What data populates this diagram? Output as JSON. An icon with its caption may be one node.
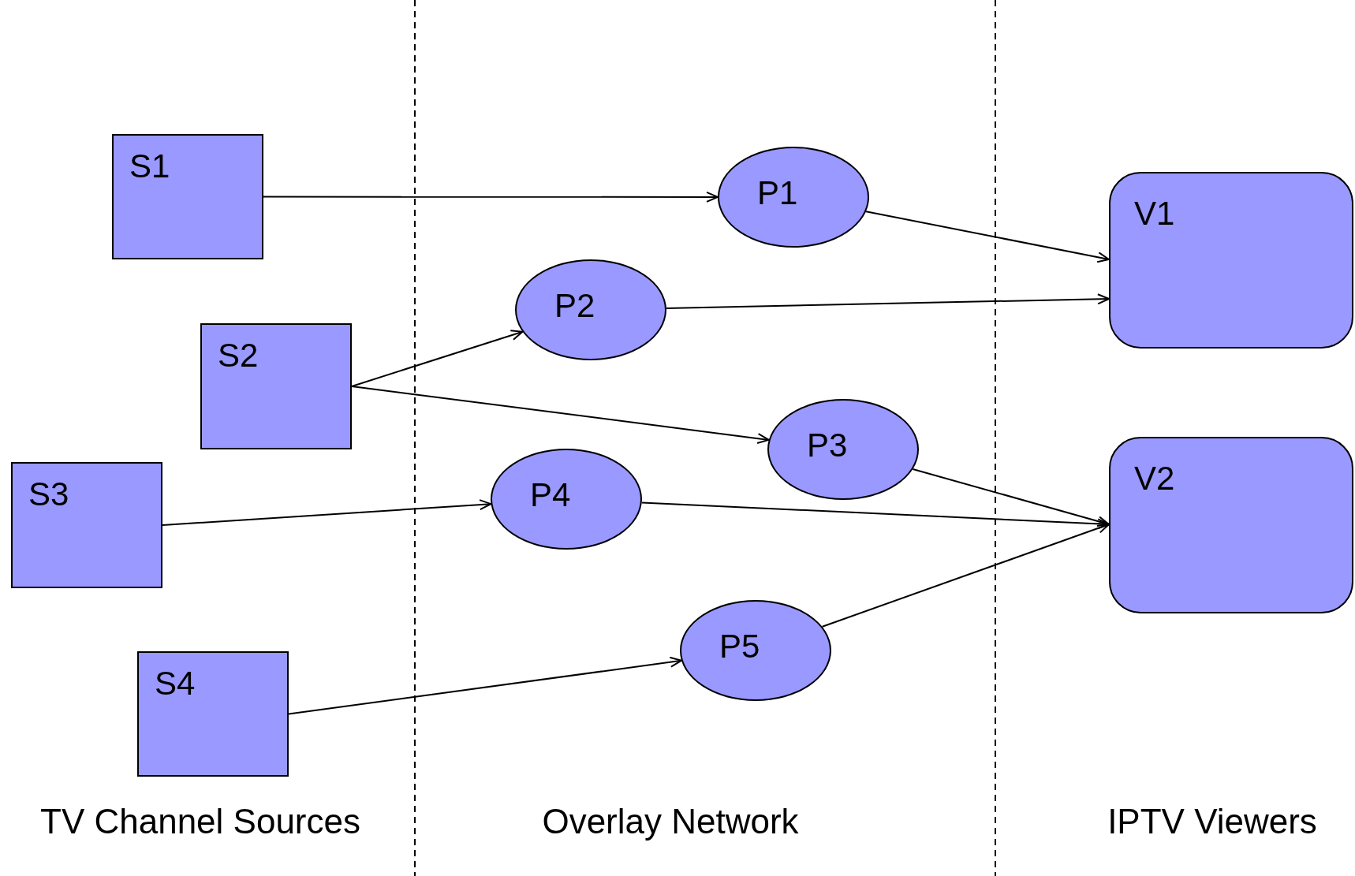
{
  "diagram": {
    "nodes": [
      {
        "text": [
          "S1"
        ]
      },
      {
        "text": [
          "S2"
        ]
      },
      {
        "text": [
          "S3"
        ]
      },
      {
        "text": [
          "S4"
        ]
      },
      {
        "text": [
          "P1"
        ]
      },
      {
        "text": [
          "P2"
        ]
      },
      {
        "text": [
          "P3"
        ]
      },
      {
        "text": [
          "P4"
        ]
      },
      {
        "text": [
          "P5"
        ]
      },
      {
        "text": [
          "V1"
        ]
      },
      {
        "text": [
          "V2"
        ]
      }
    ],
    "edges": [
      {
        "from": 0,
        "to": 4,
        "arrow": "to"
      },
      {
        "from": 1,
        "to": 5,
        "arrow": "to"
      },
      {
        "from": 1,
        "to": 6,
        "arrow": "to"
      },
      {
        "from": 2,
        "to": 7,
        "arrow": "to"
      },
      {
        "from": 3,
        "to": 8,
        "arrow": "to"
      },
      {
        "from": 4,
        "to": 9,
        "arrow": "to"
      },
      {
        "from": 5,
        "to": 9,
        "arrow": "to"
      },
      {
        "from": 6,
        "to": 10,
        "arrow": "to"
      },
      {
        "from": 7,
        "to": 10,
        "arrow": "to"
      },
      {
        "from": 8,
        "to": 10,
        "arrow": "to"
      }
    ],
    "labels": [
      "TV Channel Sources",
      "Overlay Network",
      "IPTV Viewers"
    ]
  }
}
